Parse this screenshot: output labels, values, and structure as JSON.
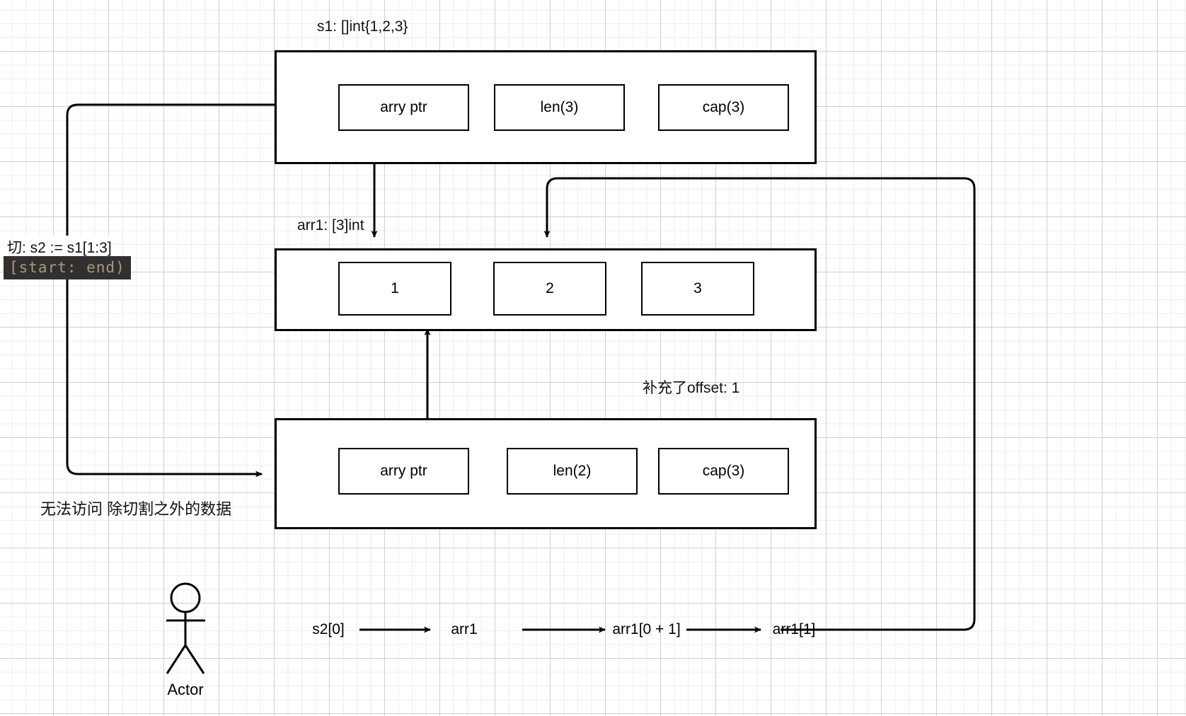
{
  "diagram": {
    "title_top": "s1: []int{1,2,3}",
    "title_middle": "arr1: [3]int",
    "title_offset": "补充了offset: 1",
    "slice_note": "切:  s2 := s1[1:3]",
    "slice_code": "[start: end)",
    "access_note": "无法访问 除切割之外的数据",
    "actor_label": "Actor"
  },
  "slice_header_s1": {
    "name": "s1",
    "fields": [
      {
        "key": "ptr",
        "label": "arry ptr"
      },
      {
        "key": "len",
        "label": "len(3)"
      },
      {
        "key": "cap",
        "label": "cap(3)"
      }
    ]
  },
  "backing_array": {
    "name": "arr1",
    "elements": [
      {
        "index": 0,
        "label": "1"
      },
      {
        "index": 1,
        "label": "2"
      },
      {
        "index": 2,
        "label": "3"
      }
    ]
  },
  "slice_header_s2": {
    "name": "s2",
    "fields": [
      {
        "key": "ptr",
        "label": "arry ptr"
      },
      {
        "key": "len",
        "label": "len(2)"
      },
      {
        "key": "cap",
        "label": "cap(3)"
      }
    ]
  },
  "flow_chain": {
    "steps": [
      {
        "label": "s2[0]"
      },
      {
        "label": "arr1"
      },
      {
        "label": "arr1[0 + 1]"
      },
      {
        "label": "arr1[1]"
      }
    ]
  },
  "colors": {
    "stroke": "#000000",
    "grid_major": "#cfcfcf",
    "grid_minor": "#eeeeee",
    "code_bg": "#32302f",
    "code_fg": "#a89984",
    "canvas_bg": "#ffffff"
  }
}
